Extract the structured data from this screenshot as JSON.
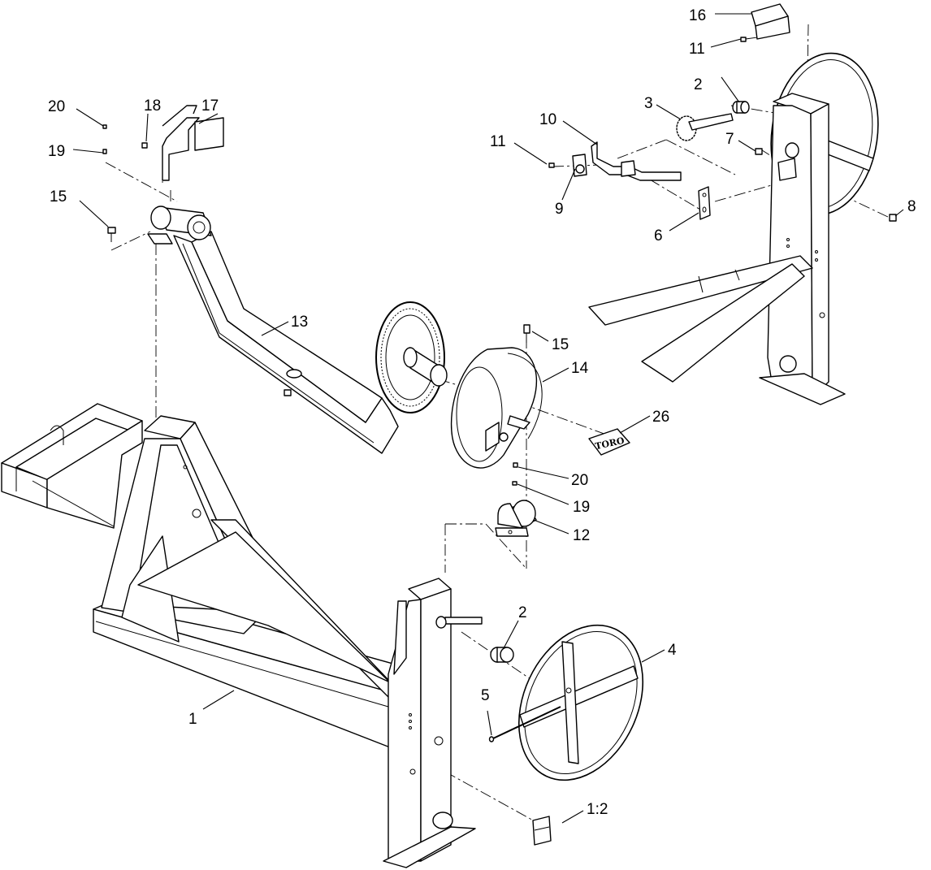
{
  "callouts": {
    "c1": "1",
    "c1_2": "1:2",
    "c2_top": "2",
    "c2_bottom": "2",
    "c3": "3",
    "c4": "4",
    "c5": "5",
    "c6": "6",
    "c7": "7",
    "c8": "8",
    "c9": "9",
    "c10": "10",
    "c11_top": "11",
    "c11_mid": "11",
    "c12": "12",
    "c13": "13",
    "c14": "14",
    "c15_left": "15",
    "c15_mid": "15",
    "c16": "16",
    "c17": "17",
    "c18": "18",
    "c19_left": "19",
    "c19_mid": "19",
    "c20_left": "20",
    "c20_mid": "20",
    "c26": "26"
  },
  "decal": {
    "logo_text": "TORO"
  }
}
